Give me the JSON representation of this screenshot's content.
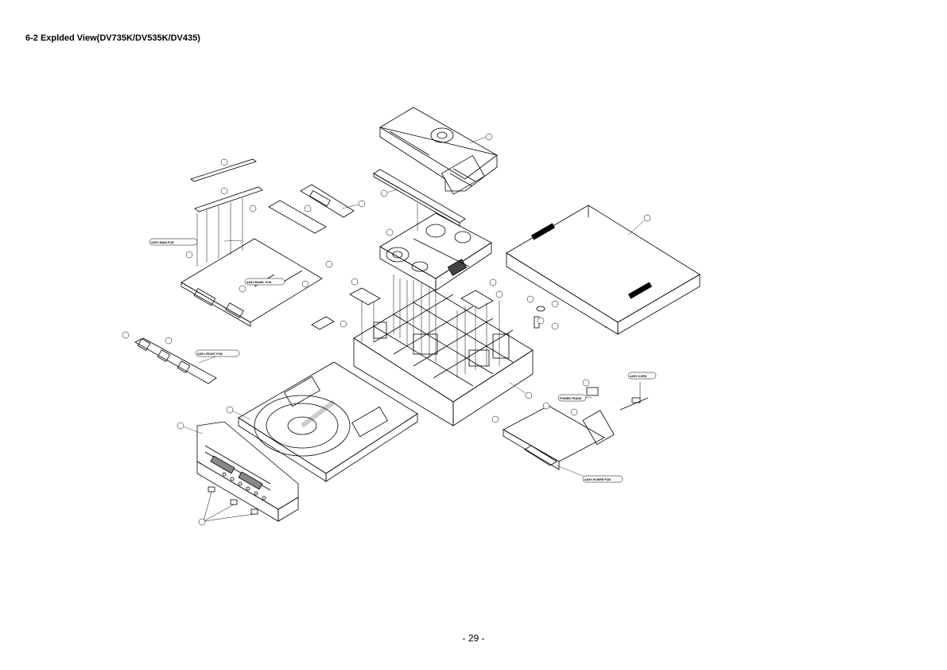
{
  "document": {
    "heading": "6-2 Explded View(DV735K/DV535K/DV435)",
    "page_number": "- 29 -"
  },
  "callouts": {
    "c1": "ASSY-MAIN PCB",
    "c2": "ASSY-PANEL PCB",
    "c3": "ASSY-FRONT PCB",
    "c4": "ASSY-CORD",
    "c5": "POWER-TRANS",
    "c6": "ASSY-POWER PCB"
  }
}
